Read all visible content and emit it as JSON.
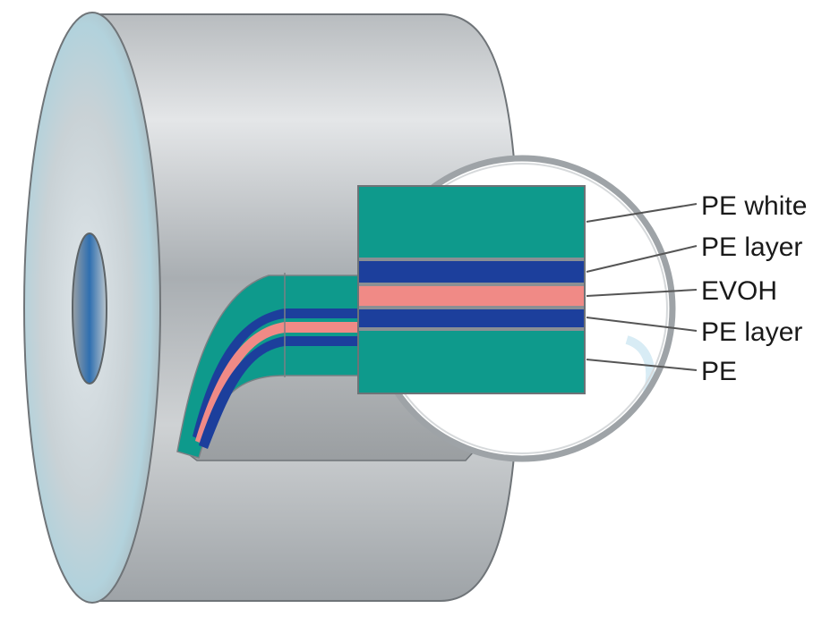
{
  "diagram": {
    "colors": {
      "pe_green": "#0e9a8c",
      "pe_blue": "#1c3f9c",
      "evoh_pink": "#f08a86",
      "separator_gray": "#8a8f94",
      "roll_metal": "#c4c8cb",
      "roll_highlight": "#e6e8ea",
      "label_line": "#555555"
    },
    "layers": [
      {
        "label": "PE white",
        "color": "#0e9a8c"
      },
      {
        "label": "PE layer",
        "color": "#1c3f9c"
      },
      {
        "label": "EVOH",
        "color": "#f08a86"
      },
      {
        "label": "PE layer",
        "color": "#1c3f9c"
      },
      {
        "label": "PE",
        "color": "#0e9a8c"
      }
    ]
  }
}
